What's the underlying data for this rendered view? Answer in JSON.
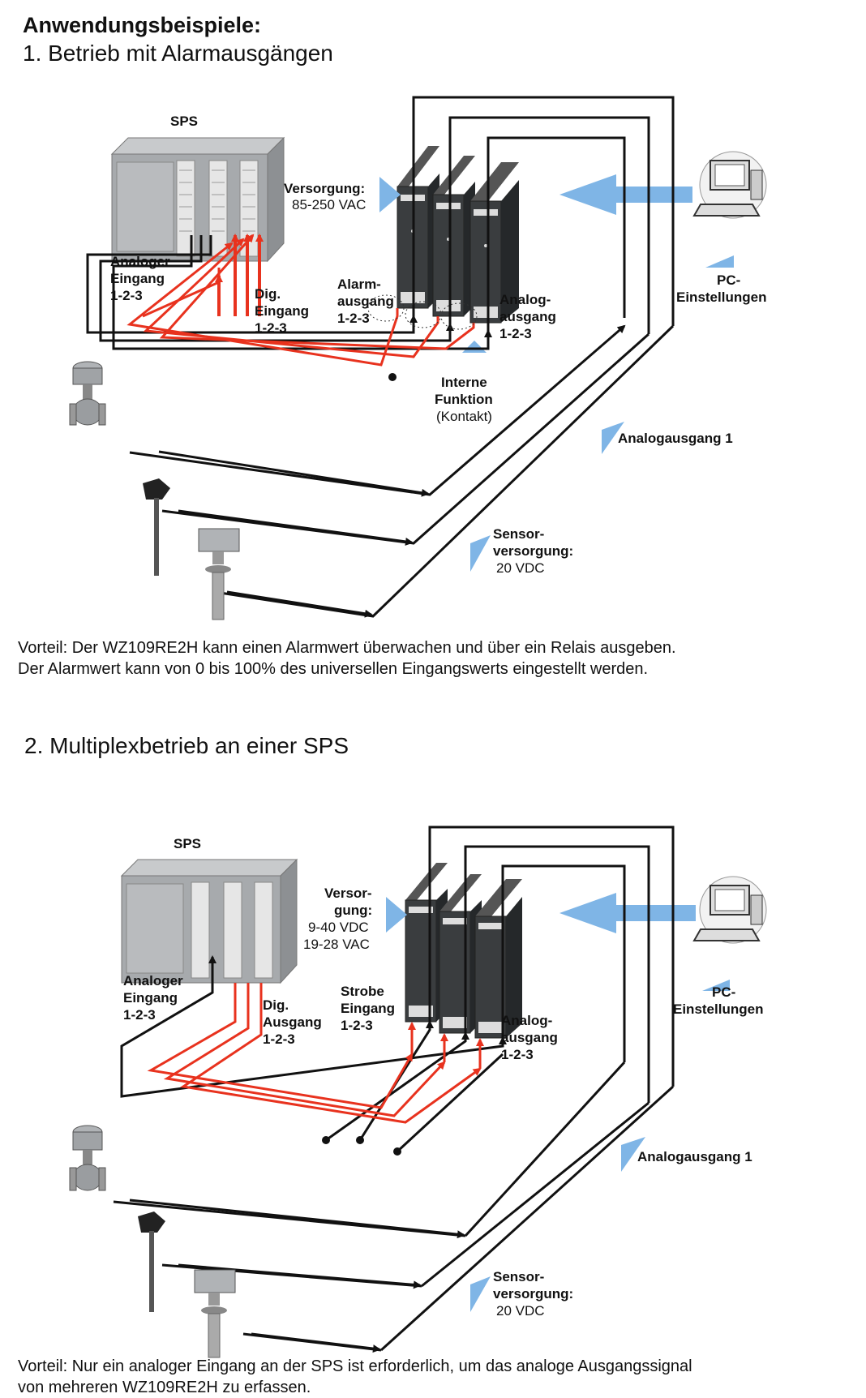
{
  "heading": "Anwendungsbeispiele:",
  "section1": {
    "title": "1. Betrieb mit Alarmausgängen",
    "labels": {
      "sps": "SPS",
      "versorgung": "Versorgung:",
      "versorgung_value": "85-250 VAC",
      "analoger_eingang": [
        "Analoger",
        "Eingang",
        "1-2-3"
      ],
      "dig_eingang": [
        "Dig.",
        "Eingang",
        "1-2-3"
      ],
      "alarmausgang": [
        "Alarm-",
        "ausgang",
        "1-2-3"
      ],
      "analogausgang": [
        "Analog-",
        "ausgang",
        "1-2-3"
      ],
      "pc_einstellungen": [
        "PC-",
        "Einstellungen"
      ],
      "interne_funktion": [
        "Interne",
        "Funktion",
        "(Kontakt)"
      ],
      "analogausgang1": "Analogausgang 1",
      "sensorversorgung": [
        "Sensor-",
        "versorgung:",
        "20 VDC"
      ]
    },
    "note": [
      "Vorteil: Der WZ109RE2H kann einen Alarmwert überwachen und über ein Relais ausgeben.",
      "Der Alarmwert kann von 0 bis 100% des universellen Eingangswerts eingestellt werden."
    ]
  },
  "section2": {
    "title": "2. Multiplexbetrieb an einer SPS",
    "labels": {
      "sps": "SPS",
      "versorgung": [
        "Versor-",
        "gung:",
        "9-40 VDC",
        "19-28 VAC"
      ],
      "analoger_eingang": [
        "Analoger",
        "Eingang",
        "1-2-3"
      ],
      "dig_ausgang": [
        "Dig.",
        "Ausgang",
        "1-2-3"
      ],
      "strobe_eingang": [
        "Strobe",
        "Eingang",
        "1-2-3"
      ],
      "analogausgang": [
        "Analog-",
        "ausgang",
        "1-2-3"
      ],
      "pc_einstellungen": [
        "PC-",
        "Einstellungen"
      ],
      "analogausgang1": "Analogausgang 1",
      "sensorversorgung": [
        "Sensor-",
        "versorgung:",
        "20 VDC"
      ]
    },
    "note": [
      "Vorteil: Nur ein analoger Eingang an der SPS ist erforderlich, um das analoge Ausgangssignal",
      "von mehreren WZ109RE2H zu erfassen."
    ]
  },
  "colors": {
    "wire_black": "#111111",
    "wire_red": "#e8321e",
    "arrow_blue": "#7fb5e6",
    "device_dark": "#3a3d3f",
    "sps_grey": "#a7aaad"
  },
  "icons": [
    "plc-icon",
    "transmitter-icon",
    "computer-icon",
    "valve-icon",
    "temperature-sensor-icon",
    "level-sensor-icon",
    "relay-contact-icon"
  ]
}
